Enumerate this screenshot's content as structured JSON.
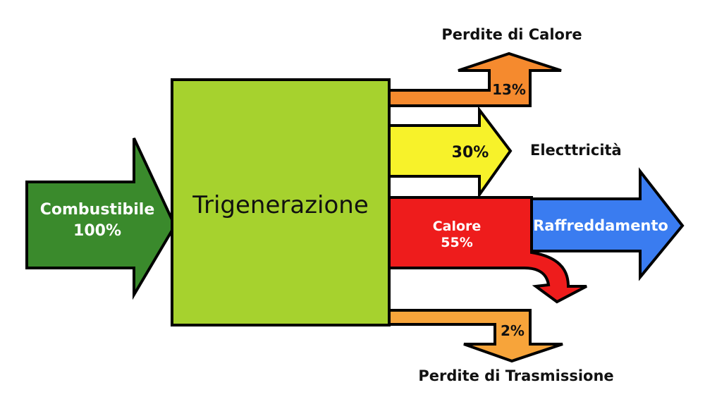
{
  "input": {
    "label": "Combustibile",
    "value": "100%",
    "color": "#3a8a2c"
  },
  "process": {
    "label": "Trigenerazione",
    "color": "#a6d22e"
  },
  "outputs": {
    "heat_losses": {
      "label": "Perdite di Calore",
      "value": "13%",
      "color": "#f58a2e"
    },
    "electricity": {
      "label": "Electtricità",
      "value": "30%",
      "color": "#f7f22a"
    },
    "heat": {
      "label": "Calore",
      "value": "55%",
      "color": "#ee1c1c"
    },
    "cooling": {
      "label": "Raffreddamento",
      "color": "#3a7cf0"
    },
    "transmission_losses": {
      "label": "Perdite di Trasmissione",
      "value": "2%",
      "color": "#f7a43a"
    }
  }
}
